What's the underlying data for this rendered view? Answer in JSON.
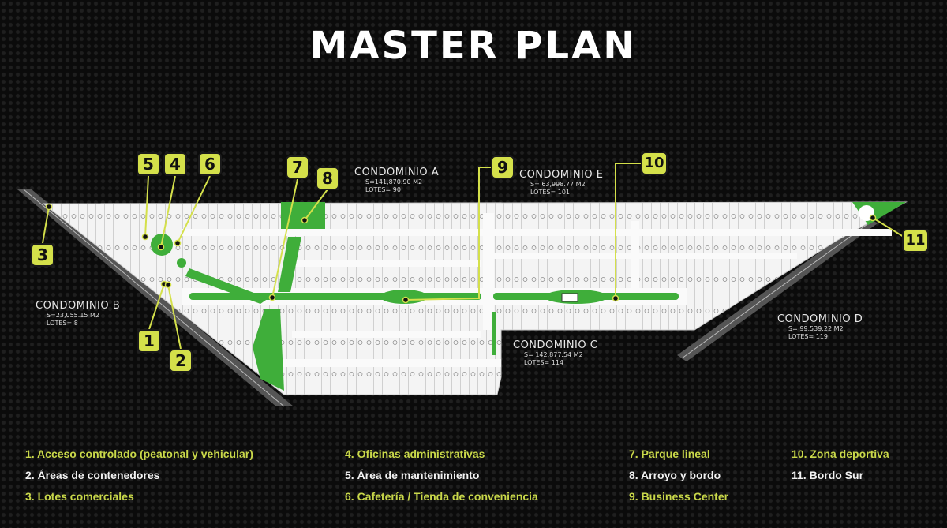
{
  "title": "MASTER PLAN",
  "colors": {
    "accent": "#d4e04a",
    "green": "#3fae3a",
    "background": "#0b0b0b"
  },
  "condominios": [
    {
      "name": "CONDOMINIO A",
      "area": "S=141,870.90 M2",
      "lotes": "LOTES= 90"
    },
    {
      "name": "CONDOMINIO E",
      "area": "S= 63,998.77 M2",
      "lotes": "LOTES= 101"
    },
    {
      "name": "CONDOMINIO B",
      "area": "S=23,055.15 M2",
      "lotes": "LOTES= 8"
    },
    {
      "name": "CONDOMINIO C",
      "area": "S= 142,877.54 M2",
      "lotes": "LOTES= 114"
    },
    {
      "name": "CONDOMINIO D",
      "area": "S= 99,539.22 M2",
      "lotes": "LOTES= 119"
    }
  ],
  "markers": [
    "1",
    "2",
    "3",
    "4",
    "5",
    "6",
    "7",
    "8",
    "9",
    "10",
    "11"
  ],
  "legend": [
    "1. Acceso controlado (peatonal y vehicular)",
    "2. Áreas de contenedores",
    "3. Lotes comerciales",
    "4. Oficinas administrativas",
    "5. Área de mantenimiento",
    "6. Cafetería / Tienda de conveniencia",
    "7. Parque lineal",
    "8. Arroyo y bordo",
    "9. Business Center",
    "10. Zona deportiva",
    "11. Bordo Sur"
  ]
}
